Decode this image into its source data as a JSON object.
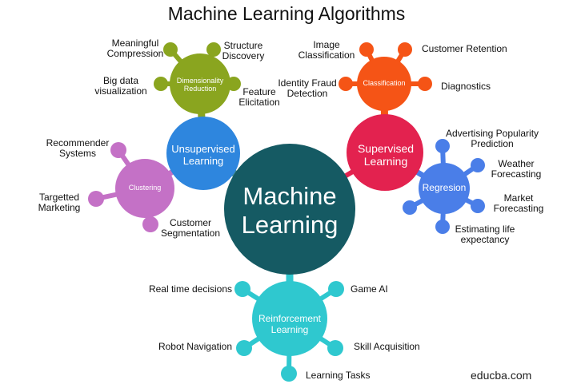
{
  "title": "Machine Learning Algorithms",
  "brand": "educba.com",
  "colors": {
    "center": "#155a63",
    "unsupervised": "#2e86de",
    "supervised": "#e3224f",
    "dimensionality": "#8aa51f",
    "classification": "#f55416",
    "clustering": "#c471c6",
    "regression": "#4a7ee8",
    "reinforcement": "#2fc8cf",
    "connector_center_unsup": "#3f8a8f"
  },
  "center": {
    "line1": "Machine",
    "line2": "Learning"
  },
  "unsupervised": {
    "line1": "Unsupervised",
    "line2": "Learning",
    "dimensionality": {
      "line1": "Dimensionality",
      "line2": "Reduction",
      "leaves": [
        {
          "line1": "Meaningful",
          "line2": "Compression"
        },
        {
          "line1": "Structure",
          "line2": "Discovery"
        },
        {
          "line1": "Big data",
          "line2": "visualization"
        },
        {
          "line1": "Feature",
          "line2": "Elicitation"
        }
      ]
    },
    "clustering": {
      "label": "Clustering",
      "leaves": [
        {
          "line1": "Recommender",
          "line2": "Systems"
        },
        {
          "line1": "Targetted",
          "line2": "Marketing"
        },
        {
          "line1": "Customer",
          "line2": "Segmentation"
        }
      ]
    }
  },
  "supervised": {
    "line1": "Supervised",
    "line2": "Learning",
    "classification": {
      "label": "Classification",
      "leaves": [
        {
          "line1": "Image",
          "line2": "Classification"
        },
        {
          "line1": "Customer Retention",
          "line2": ""
        },
        {
          "line1": "Identity Fraud",
          "line2": "Detection"
        },
        {
          "line1": "Diagnostics",
          "line2": ""
        }
      ]
    },
    "regression": {
      "label": "Regresion",
      "leaves": [
        {
          "line1": "Advertising Popularity",
          "line2": "Prediction"
        },
        {
          "line1": "Weather",
          "line2": "Forecasting"
        },
        {
          "line1": "Market",
          "line2": "Forecasting"
        },
        {
          "line1": "Estimating life",
          "line2": "expectancy"
        }
      ]
    }
  },
  "reinforcement": {
    "line1": "Reinforcement",
    "line2": "Learning",
    "leaves": [
      {
        "label": "Real time decisions"
      },
      {
        "label": "Game AI"
      },
      {
        "label": "Robot Navigation"
      },
      {
        "label": "Skill Acquisition"
      },
      {
        "label": "Learning Tasks"
      }
    ]
  }
}
